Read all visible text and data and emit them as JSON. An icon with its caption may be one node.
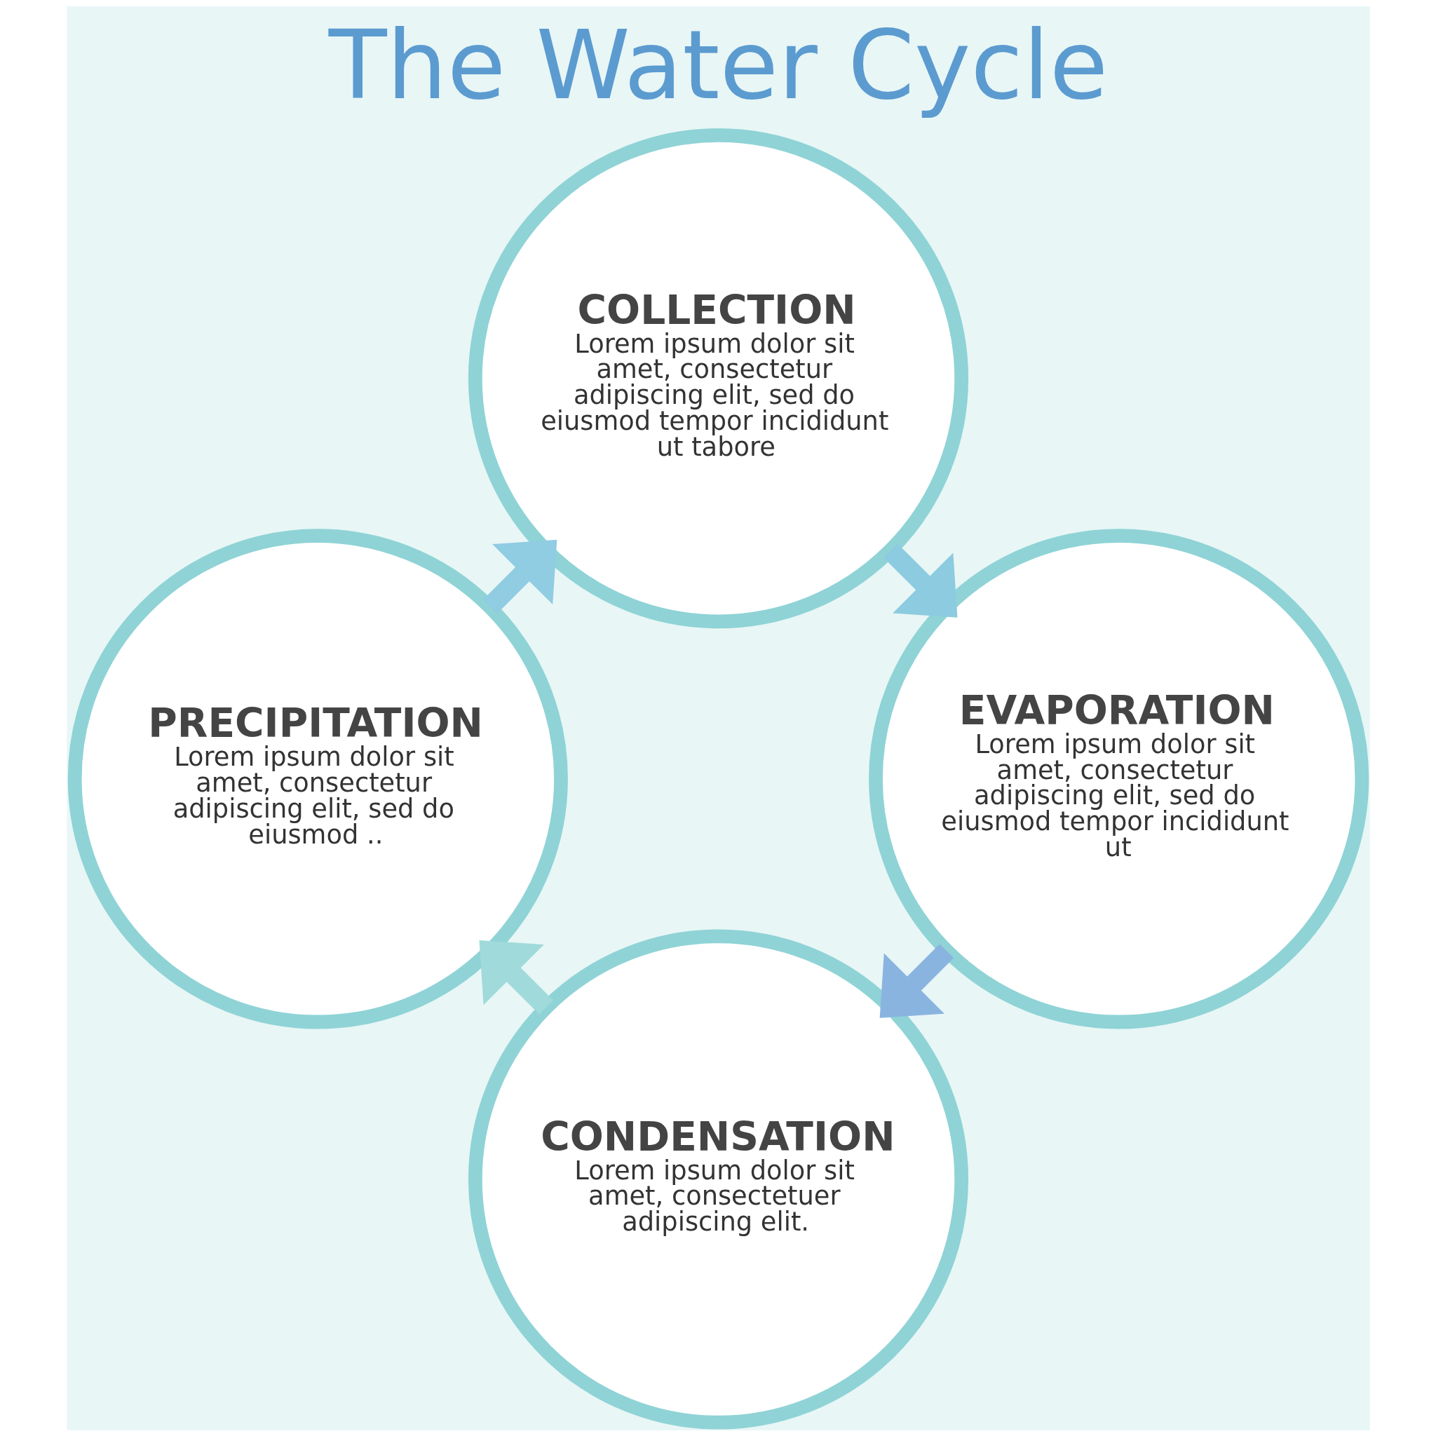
{
  "diagram": {
    "title": "The Water Cycle",
    "nodes": [
      {
        "text": [
          "CONDENSATION",
          "Lorem ipsum dolor sit amet, consectetuer adipiscing elit."
        ]
      },
      {
        "text": [
          "EVAPORATION",
          "Lorem ipsum dolor sit amet, consectetur adipiscing elit, sed do eiusmod tempor incididunt ut"
        ]
      },
      {
        "text": [
          "PRECIPITATION",
          "Lorem ipsum dolor sit amet, consectetur adipiscing elit, sed do eiusmod .."
        ]
      },
      {
        "text": [
          "COLLECTION",
          "Lorem ipsum dolor sit amet, consectetur adipiscing elit, sed do eiusmod tempor incididunt ut tabore"
        ]
      }
    ],
    "edges": [
      {
        "from": 1,
        "to": 0,
        "arrow": "to",
        "color": "#8ab4e0"
      },
      {
        "from": 0,
        "to": 2,
        "arrow": "to",
        "color": "#a0dada"
      },
      {
        "from": 2,
        "to": 3,
        "arrow": "to",
        "color": "#90cce2"
      },
      {
        "from": 3,
        "to": 1,
        "arrow": "to",
        "color": "#8ccbe0"
      }
    ]
  }
}
